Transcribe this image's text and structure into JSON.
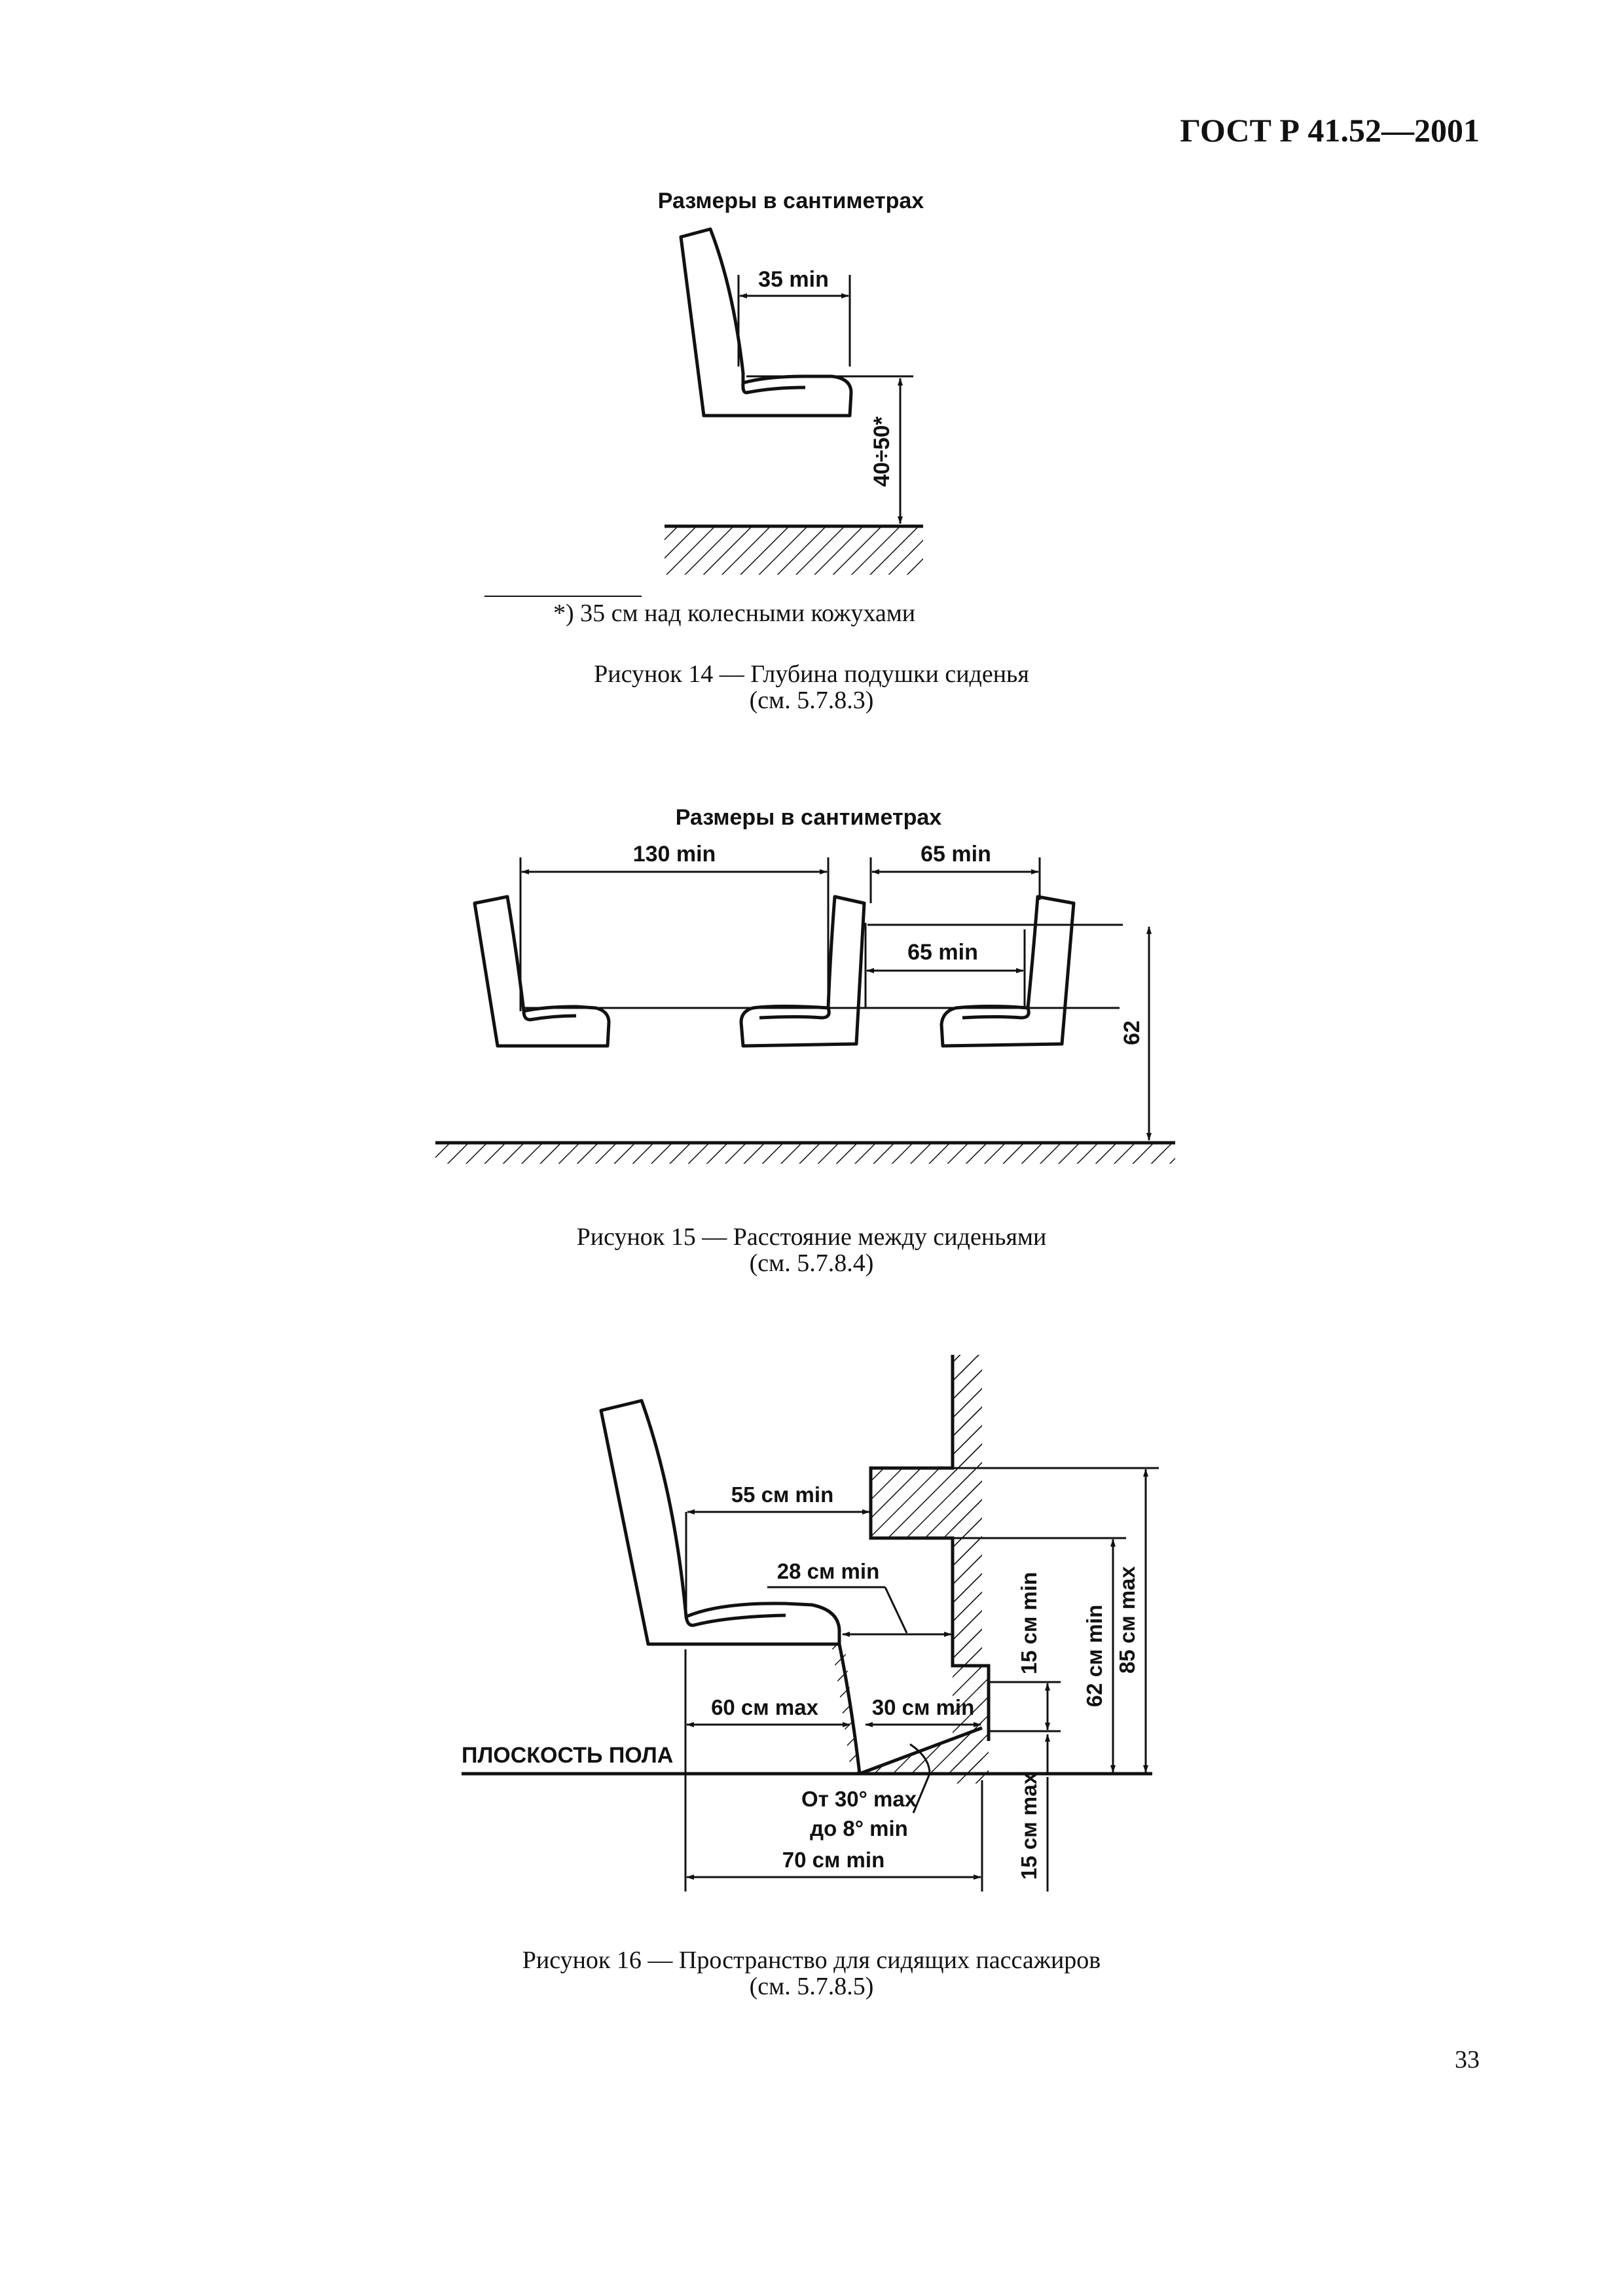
{
  "header": {
    "doc_code": "ГОСТ Р 41.52—2001"
  },
  "fig14": {
    "units_note": "Размеры в сантиметрах",
    "dim_depth": "35 min",
    "dim_height": "40÷50*",
    "footnote": "*) 35 см над колесными кожухами",
    "caption_line1": "Рисунок 14 — Глубина подушки сиденья",
    "caption_line2": "(см. 5.7.8.3)"
  },
  "fig15": {
    "units_note": "Размеры в сантиметрах",
    "dim_spacing": "130 min",
    "dim_upper": "65 min",
    "dim_lower": "65 min",
    "dim_height": "62",
    "caption_line1": "Рисунок 15 — Расстояние между сиденьями",
    "caption_line2": "(см. 5.7.8.4)"
  },
  "fig16": {
    "dim_55": "55 см min",
    "dim_28": "28 см min",
    "dim_60": "60 см max",
    "dim_30": "30 см min",
    "dim_70": "70 см min",
    "angle_line1": "От 30° max",
    "angle_line2": "до 8° min",
    "floor_label": "ПЛОСКОСТЬ ПОЛА",
    "dim_15_upper": "15 см min",
    "dim_62": "62 см min",
    "dim_85": "85 см max",
    "dim_15_lower": "15 см max",
    "caption_line1": "Рисунок 16 — Пространство для сидящих пассажиров",
    "caption_line2": "(см. 5.7.8.5)"
  },
  "footer": {
    "page_number": "33"
  }
}
